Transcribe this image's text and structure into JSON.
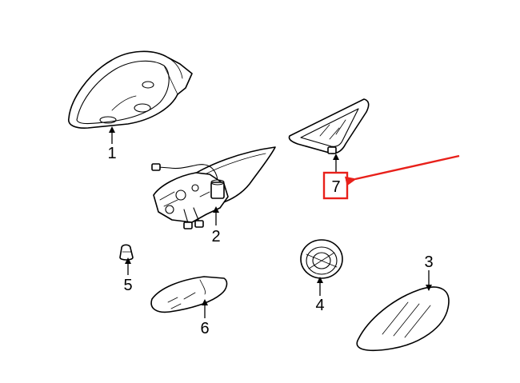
{
  "callouts": [
    {
      "id": "1",
      "text": "1"
    },
    {
      "id": "2",
      "text": "2"
    },
    {
      "id": "3",
      "text": "3"
    },
    {
      "id": "4",
      "text": "4"
    },
    {
      "id": "5",
      "text": "5"
    },
    {
      "id": "6",
      "text": "6"
    },
    {
      "id": "7",
      "text": "7"
    }
  ],
  "highlight": {
    "callout": "7",
    "box_color": "#e8201a",
    "arrow_color": "#e8201a"
  },
  "line_color": "#000000",
  "background_color": "#ffffff"
}
